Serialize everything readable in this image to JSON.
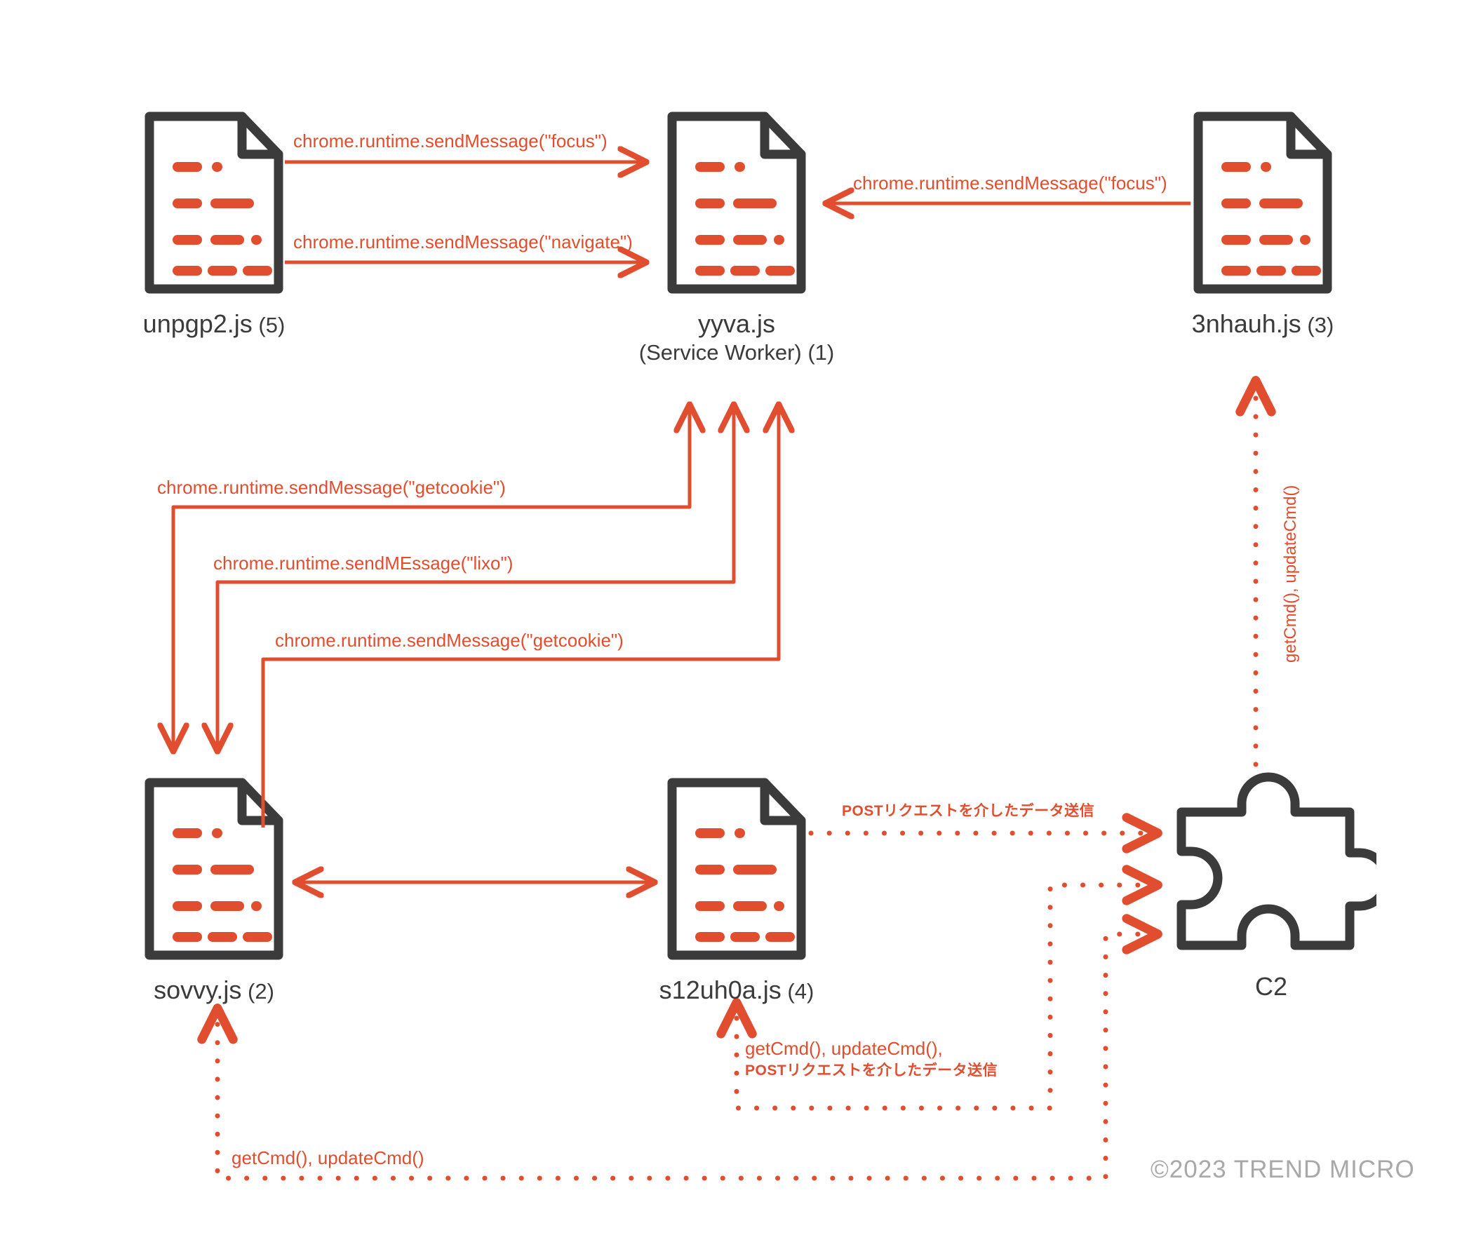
{
  "meta": {
    "copyright": "©2023 TREND MICRO",
    "accent_color": "#e04e2f",
    "node_color": "#3b3b3b",
    "background": "#ffffff"
  },
  "nodes": [
    {
      "id": "unpgp2",
      "icon": "document-icon",
      "name": "unpgp2.js",
      "suffix": " (5)",
      "line2": ""
    },
    {
      "id": "yyva",
      "icon": "document-icon",
      "name": "yyva.js",
      "suffix": "",
      "line2": "(Service Worker) (1)"
    },
    {
      "id": "3nhauh",
      "icon": "document-icon",
      "name": "3nhauh.js",
      "suffix": " (3)",
      "line2": ""
    },
    {
      "id": "sovvy",
      "icon": "document-icon",
      "name": "sovvy.js",
      "suffix": " (2)",
      "line2": ""
    },
    {
      "id": "s12uh0a",
      "icon": "document-icon",
      "name": "s12uh0a.js",
      "suffix": " (4)",
      "line2": ""
    },
    {
      "id": "c2",
      "icon": "puzzle-piece-icon",
      "name": "C2",
      "suffix": "",
      "line2": ""
    }
  ],
  "edges": [
    {
      "id": "e1",
      "from": "unpgp2",
      "to": "yyva",
      "style": "solid",
      "label": "chrome.runtime.sendMessage(\"focus\")"
    },
    {
      "id": "e2",
      "from": "unpgp2",
      "to": "yyva",
      "style": "solid",
      "label": "chrome.runtime.sendMessage(\"navigate\")"
    },
    {
      "id": "e3",
      "from": "3nhauh",
      "to": "yyva",
      "style": "solid",
      "label": "chrome.runtime.sendMessage(\"focus\")"
    },
    {
      "id": "e4",
      "from": "sovvy",
      "to": "yyva",
      "style": "solid",
      "label": "chrome.runtime.sendMessage(\"getcookie\")"
    },
    {
      "id": "e5",
      "from": "sovvy",
      "to": "yyva",
      "style": "solid",
      "label": "chrome.runtime.sendMEssage(\"lixo\")"
    },
    {
      "id": "e6",
      "from": "sovvy",
      "to": "yyva",
      "style": "solid",
      "label": "chrome.runtime.sendMessage(\"getcookie\")"
    },
    {
      "id": "e7",
      "from": "c2",
      "to": "3nhauh",
      "style": "dotted",
      "label": "getCmd(), updateCmd()",
      "orientation": "vertical"
    },
    {
      "id": "e8",
      "from": "sovvy",
      "to": "s12uh0a",
      "style": "solid",
      "label": ""
    },
    {
      "id": "e9",
      "from": "s12uh0a",
      "to": "c2",
      "style": "dotted",
      "label": "POSTリクエストを介したデータ送信"
    },
    {
      "id": "e10",
      "from": "c2",
      "to": "s12uh0a",
      "style": "dotted",
      "label_line1": "getCmd(), updateCmd(),",
      "label_line2": "POSTリクエストを介したデータ送信"
    },
    {
      "id": "e11",
      "from": "c2",
      "to": "sovvy",
      "style": "dotted",
      "label": "getCmd(), updateCmd()"
    }
  ],
  "labels": {
    "focus_top": "chrome.runtime.sendMessage(\"focus\")",
    "navigate": "chrome.runtime.sendMessage(\"navigate\")",
    "focus_right": "chrome.runtime.sendMessage(\"focus\")",
    "getcookie_1": "chrome.runtime.sendMessage(\"getcookie\")",
    "lixo": "chrome.runtime.sendMEssage(\"lixo\")",
    "getcookie_2": "chrome.runtime.sendMessage(\"getcookie\")",
    "post_request": "POSTリクエストを介したデータ送信",
    "getcmd_updatecmd_vertical": "getCmd(), updateCmd()",
    "getcmd_updatecmd_comma": "getCmd(), updateCmd(),",
    "post_request_2": "POSTリクエストを介したデータ送信",
    "getcmd_updatecmd_bottom": "getCmd(), updateCmd()"
  },
  "node_labels": {
    "unpgp2_name": "unpgp2.js",
    "unpgp2_num": " (5)",
    "yyva_name": "yyva.js",
    "yyva_sub": "(Service Worker) (1)",
    "nhauh_name": "3nhauh.js",
    "nhauh_num": " (3)",
    "sovvy_name": "sovvy.js",
    "sovvy_num": " (2)",
    "s12uh0a_name": "s12uh0a.js",
    "s12uh0a_num": " (4)",
    "c2_name": "C2"
  }
}
